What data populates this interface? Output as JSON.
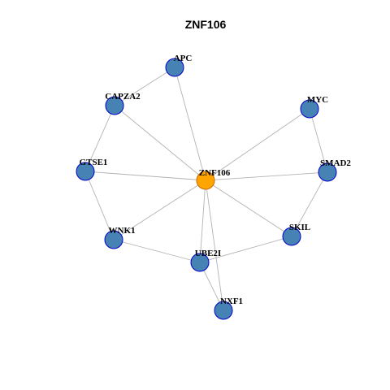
{
  "title": "ZNF106",
  "colors": {
    "hub_fill": "#FFA500",
    "hub_stroke": "#CD6600",
    "node_fill": "#4682B4",
    "node_stroke": "#0000CD",
    "edge": "#B3B3B3"
  },
  "network": {
    "hub": "ZNF106",
    "nodes": [
      {
        "id": "ZNF106",
        "label": "ZNF106",
        "role": "hub"
      },
      {
        "id": "APC",
        "label": "APC",
        "role": "partner"
      },
      {
        "id": "CAPZA2",
        "label": "CAPZA2",
        "role": "partner"
      },
      {
        "id": "MYC",
        "label": "MYC",
        "role": "partner"
      },
      {
        "id": "GTSE1",
        "label": "GTSE1",
        "role": "partner"
      },
      {
        "id": "SMAD2",
        "label": "SMAD2",
        "role": "partner"
      },
      {
        "id": "WNK1",
        "label": "WNK1",
        "role": "partner"
      },
      {
        "id": "SKIL",
        "label": "SKIL",
        "role": "partner"
      },
      {
        "id": "UBE2I",
        "label": "UBE2I",
        "role": "partner"
      },
      {
        "id": "NXF1",
        "label": "NXF1",
        "role": "partner"
      }
    ],
    "edges": [
      [
        "ZNF106",
        "APC"
      ],
      [
        "ZNF106",
        "CAPZA2"
      ],
      [
        "ZNF106",
        "MYC"
      ],
      [
        "ZNF106",
        "GTSE1"
      ],
      [
        "ZNF106",
        "SMAD2"
      ],
      [
        "ZNF106",
        "WNK1"
      ],
      [
        "ZNF106",
        "SKIL"
      ],
      [
        "ZNF106",
        "UBE2I"
      ],
      [
        "ZNF106",
        "NXF1"
      ],
      [
        "APC",
        "CAPZA2"
      ],
      [
        "CAPZA2",
        "GTSE1"
      ],
      [
        "GTSE1",
        "WNK1"
      ],
      [
        "WNK1",
        "UBE2I"
      ],
      [
        "UBE2I",
        "SKIL"
      ],
      [
        "UBE2I",
        "NXF1"
      ],
      [
        "SKIL",
        "SMAD2"
      ],
      [
        "SMAD2",
        "MYC"
      ]
    ]
  }
}
